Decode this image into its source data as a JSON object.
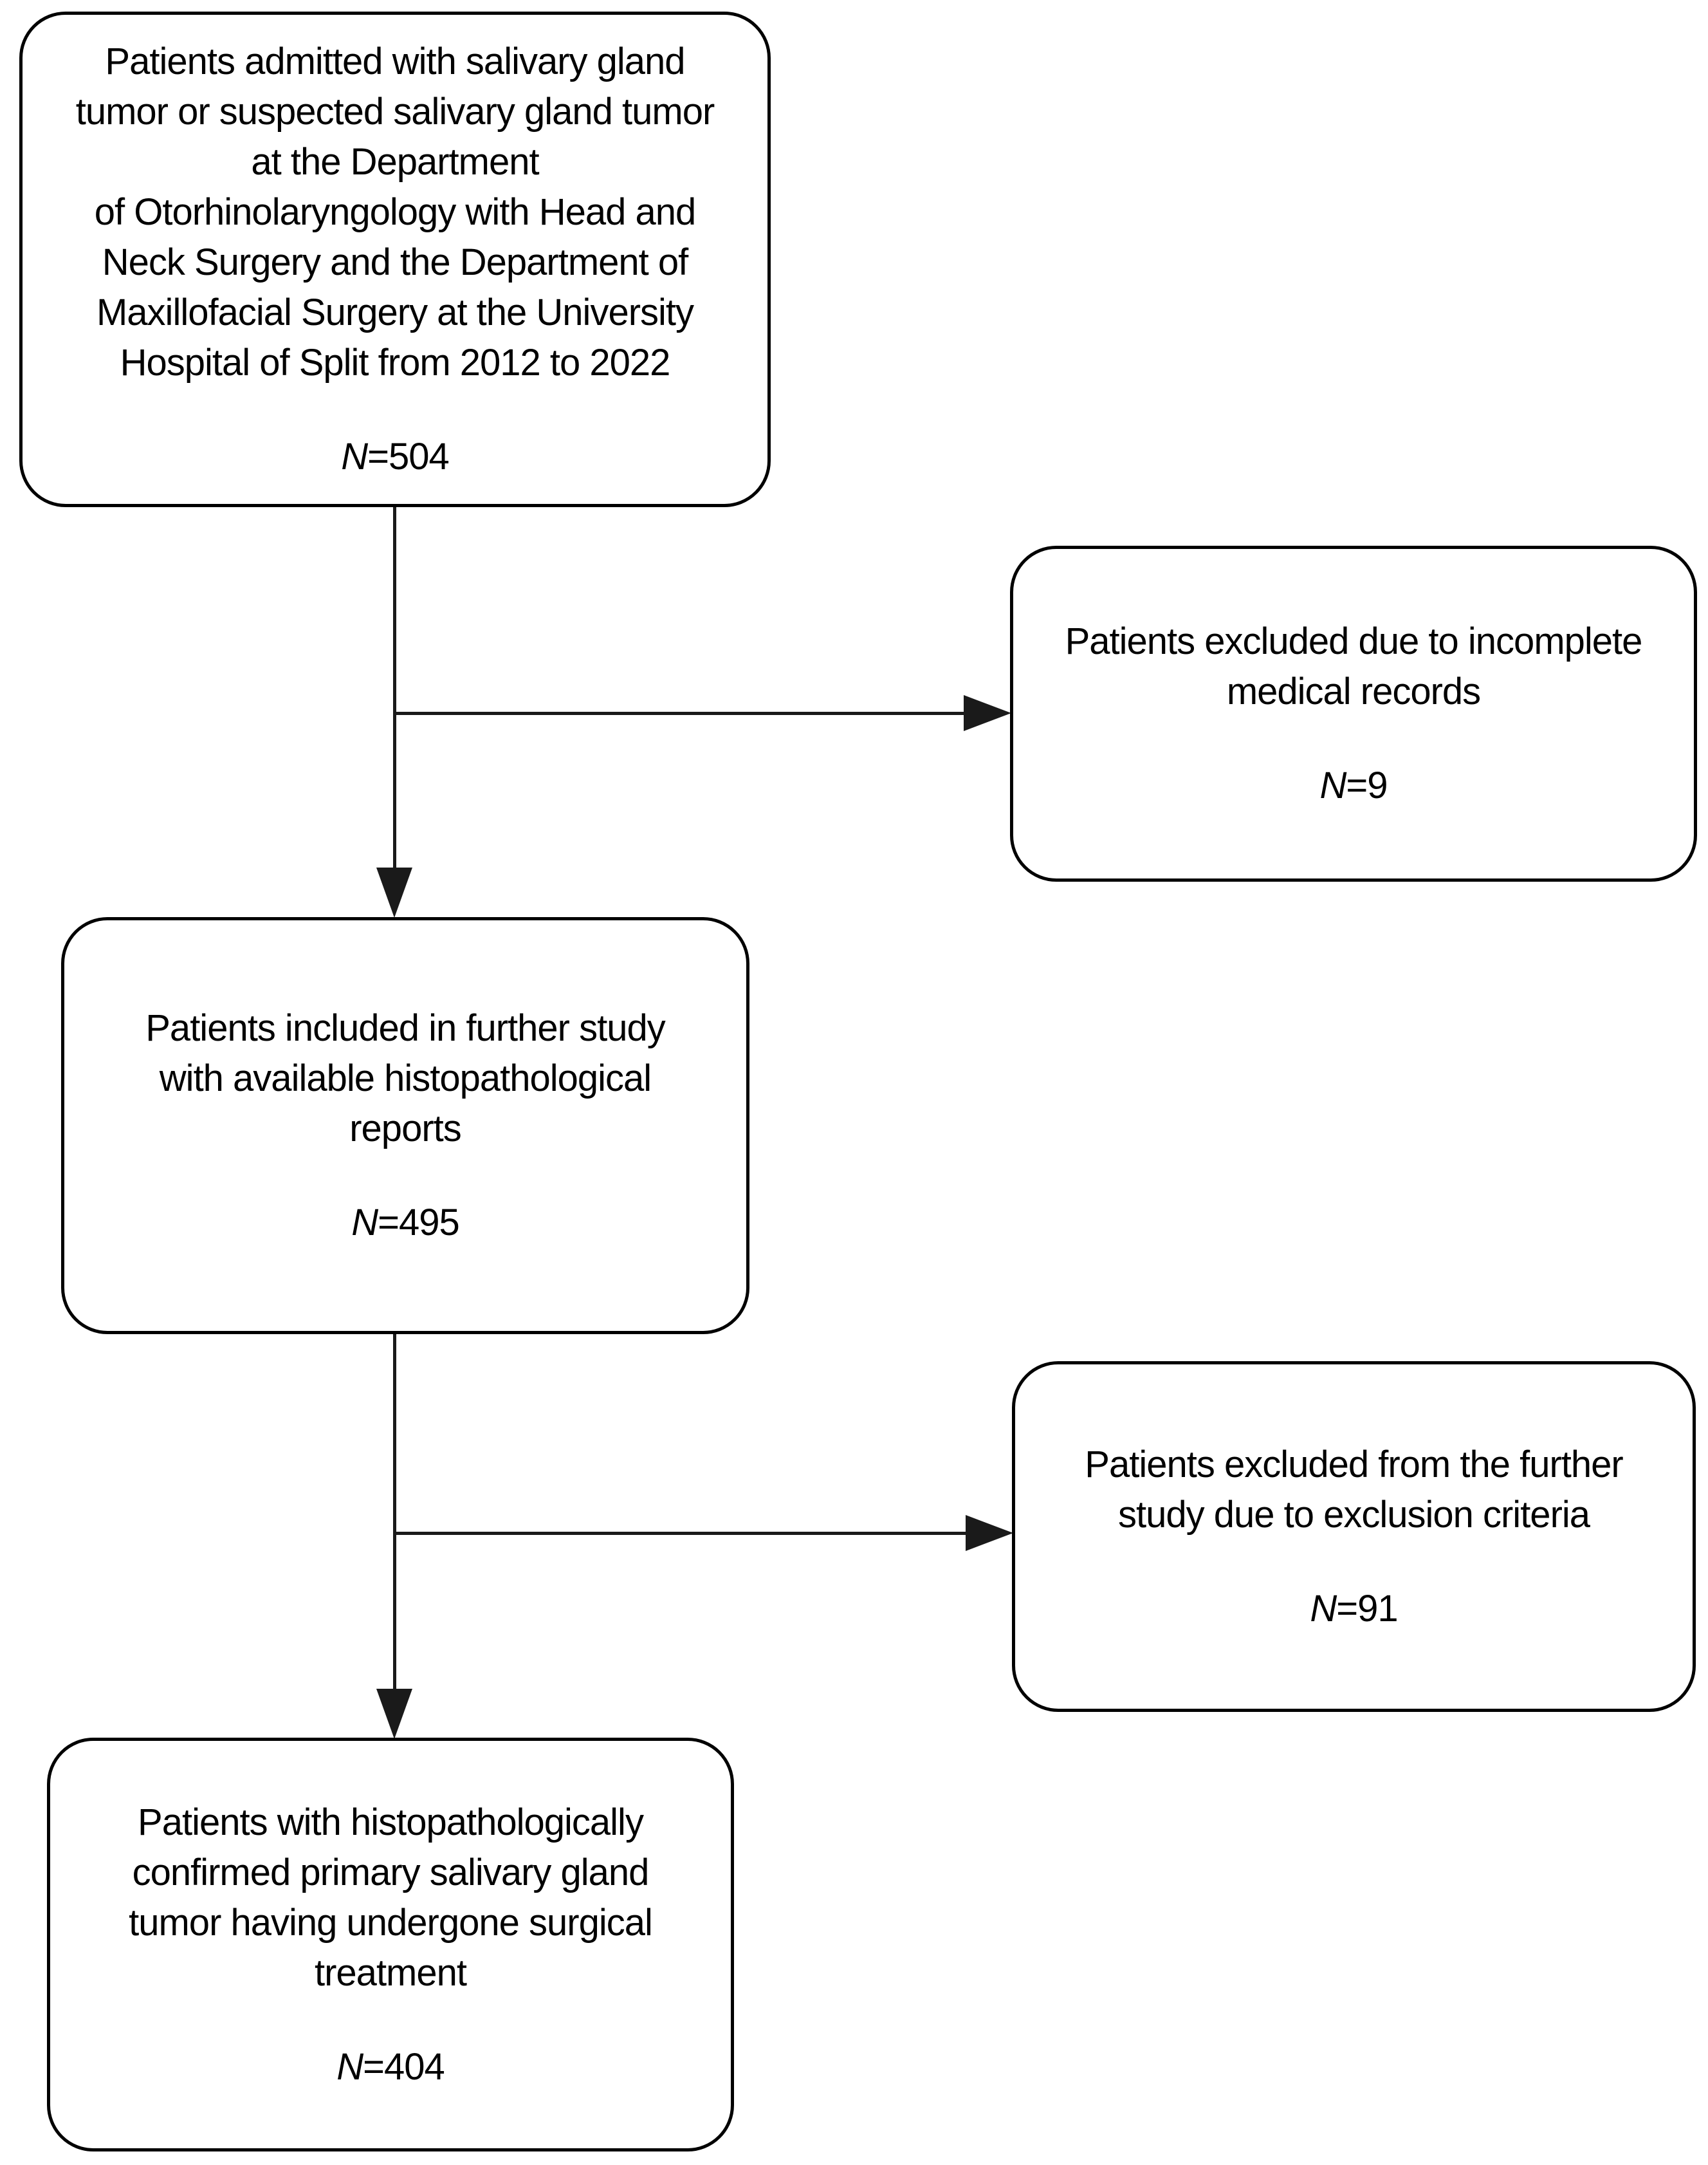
{
  "figure": {
    "type": "patient-selection-flowchart",
    "background_color": "#ffffff",
    "box_border_color": "#000000",
    "connector_color": "#1a1a1a",
    "text_color": "#000000"
  },
  "boxes": [
    {
      "id": "admitted",
      "lines": [
        "Patients admitted with salivary gland",
        "tumor or suspected salivary gland tumor",
        "at the Department",
        "of Otorhinolaryngology with Head and",
        "Neck Surgery and the Department of",
        "Maxillofacial Surgery at the University",
        "Hospital of Split from 2012 to 2022"
      ],
      "n_label": "N",
      "n_value": "=504"
    },
    {
      "id": "excluded-records",
      "lines": [
        "Patients excluded due to incomplete",
        "medical records"
      ],
      "n_label": "N",
      "n_value": "=9"
    },
    {
      "id": "included",
      "lines": [
        "Patients included in further study",
        "with available histopathological",
        "reports"
      ],
      "n_label": "N",
      "n_value": "=495"
    },
    {
      "id": "excluded-criteria",
      "lines": [
        "Patients excluded from the further",
        "study due to exclusion criteria"
      ],
      "n_label": "N",
      "n_value": "=91"
    },
    {
      "id": "confirmed",
      "lines": [
        "Patients with histopathologically",
        "confirmed primary salivary gland",
        "tumor having undergone surgical",
        "treatment"
      ],
      "n_label": "N",
      "n_value": "=404"
    }
  ]
}
